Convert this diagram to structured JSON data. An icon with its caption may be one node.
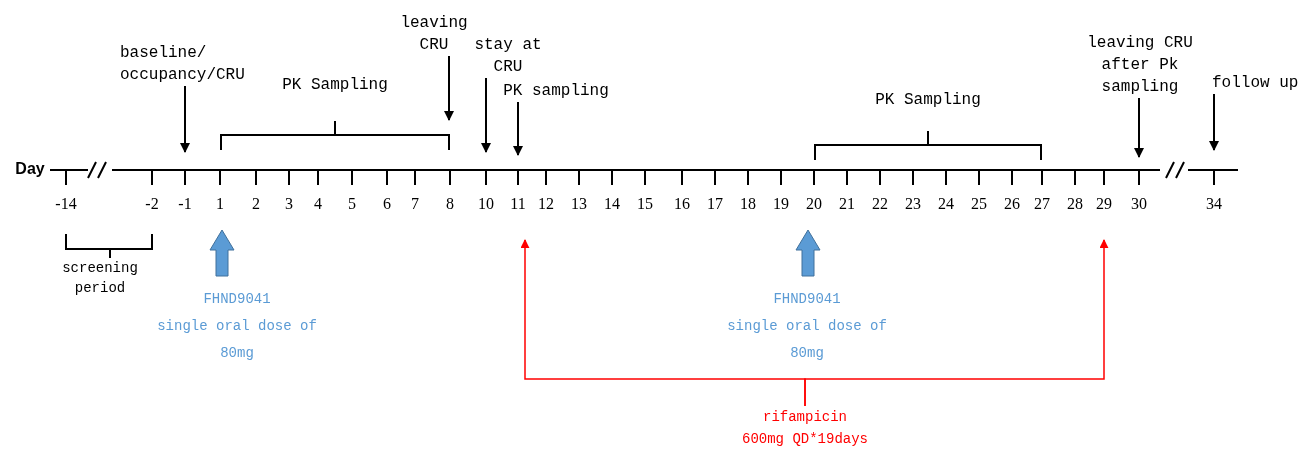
{
  "diagram": {
    "nodes": [
      {
        "text": [
          "baseline/ occupancy/CRU"
        ]
      },
      {
        "text": [
          "leaving CRU"
        ]
      },
      {
        "text": [
          "stay at CRU"
        ]
      },
      {
        "text": [
          "PK sampling"
        ]
      },
      {
        "text": [
          "leaving CRU after Pk sampling"
        ]
      },
      {
        "text": [
          "follow up"
        ]
      },
      {
        "text": [
          "FHND9041",
          "single oral dose of 80mg"
        ]
      },
      {
        "text": [
          "FHND9041",
          "single oral dose of 80mg"
        ]
      },
      {
        "text": [
          "rifampicin",
          "600mg QD*19days"
        ]
      },
      {
        "text": [
          "PK Sampling"
        ]
      },
      {
        "text": [
          "PK Sampling"
        ]
      }
    ],
    "edges": [
      {
        "from": 0,
        "to": null,
        "arrow": "to"
      },
      {
        "from": 1,
        "to": 9,
        "arrow": "to"
      },
      {
        "from": 2,
        "to": null,
        "arrow": "to"
      },
      {
        "from": 3,
        "to": null,
        "arrow": "to"
      },
      {
        "from": 4,
        "to": null,
        "arrow": "to"
      },
      {
        "from": 5,
        "to": null,
        "arrow": "to"
      },
      {
        "from": 6,
        "to": null,
        "arrow": "to",
        "style": "thick",
        "color": "#5b9bd5"
      },
      {
        "from": 7,
        "to": null,
        "arrow": "to",
        "style": "thick",
        "color": "#5b9bd5"
      },
      {
        "from": 8,
        "to": null,
        "arrow": "to",
        "color": "#ff0000"
      },
      {
        "from": 8,
        "to": null,
        "arrow": "to",
        "color": "#ff0000"
      }
    ],
    "labels": [
      "Day",
      "-14",
      "-2",
      "-1",
      "1",
      "2",
      "3",
      "4",
      "5",
      "6",
      "7",
      "8",
      "10",
      "11",
      "12",
      "13",
      "14",
      "15",
      "16",
      "17",
      "18",
      "19",
      "20",
      "21",
      "22",
      "23",
      "24",
      "25",
      "26",
      "27",
      "28",
      "29",
      "30",
      "34",
      "screening period"
    ]
  }
}
